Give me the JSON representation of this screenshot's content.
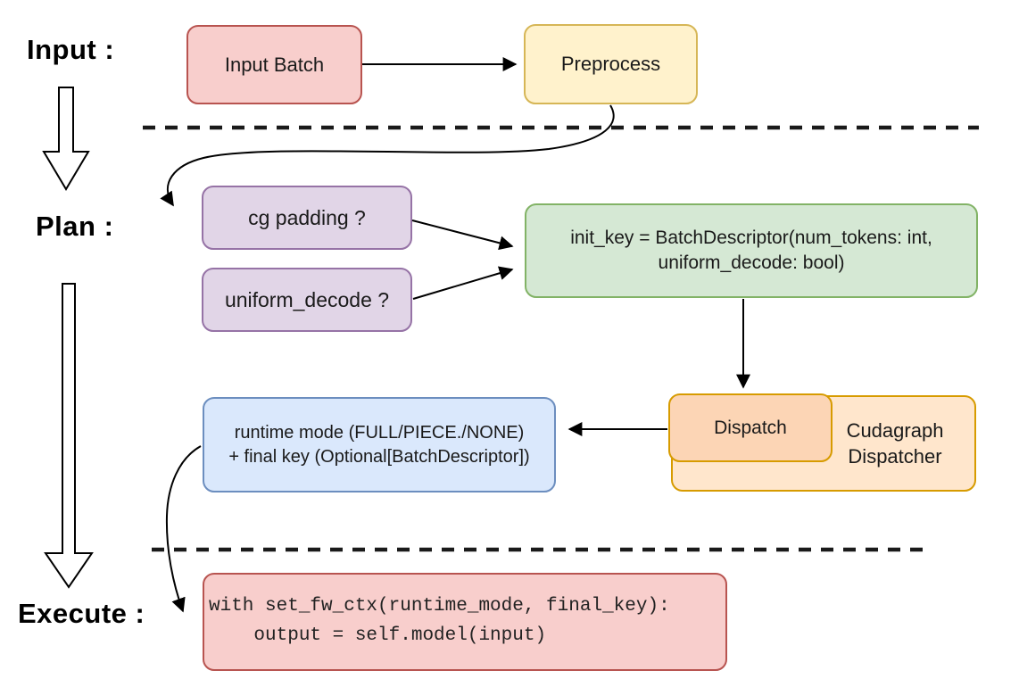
{
  "title": "Cudagraph dispatch flow diagram",
  "stages": {
    "input_label": "Input :",
    "plan_label": "Plan :",
    "execute_label": "Execute :"
  },
  "nodes": {
    "input_batch": {
      "label": "Input Batch"
    },
    "preprocess": {
      "label": "Preprocess"
    },
    "cg_padding": {
      "label": "cg padding ?"
    },
    "uniform_decode": {
      "label": "uniform_decode ?"
    },
    "init_key": {
      "line1": "init_key = BatchDescriptor(num_tokens: int,",
      "line2": "uniform_decode: bool)"
    },
    "dispatch": {
      "label": "Dispatch"
    },
    "dispatcher": {
      "line1": "Cudagraph",
      "line2": "Dispatcher"
    },
    "runtime_key": {
      "line1": "runtime mode (FULL/PIECE./NONE)",
      "line2": "+ final key (Optional[BatchDescriptor])"
    },
    "exec_code": {
      "line1": "with set_fw_ctx(runtime_mode, final_key):",
      "line2": "    output = self.model(input)"
    }
  },
  "colors": {
    "red_fill": "#f8cecc",
    "red_stroke": "#b85450",
    "yellow_fill": "#fff2cc",
    "yellow_stroke": "#d6b656",
    "purple_fill": "#e1d5e7",
    "purple_stroke": "#9673a6",
    "green_fill": "#d5e8d4",
    "green_stroke": "#82b366",
    "orange_fill": "#ffe6cc",
    "peach_fill": "#fcd5b5",
    "orange_stroke": "#d79b00",
    "blue_fill": "#dae8fc",
    "blue_stroke": "#6c8ebf",
    "line_color": "#000000"
  }
}
